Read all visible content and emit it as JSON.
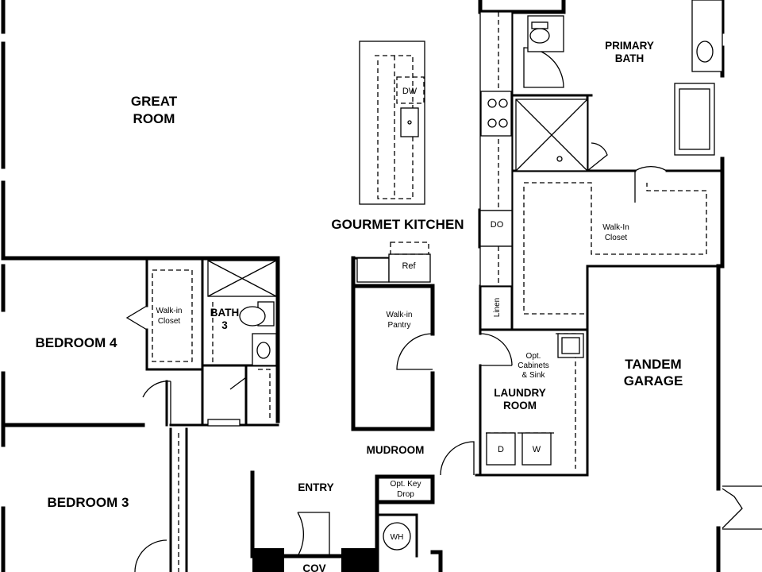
{
  "rooms": {
    "great_room": [
      "GREAT",
      "ROOM"
    ],
    "gourmet_kitchen": "GOURMET KITCHEN",
    "primary_bath": [
      "PRIMARY",
      "BATH"
    ],
    "walk_in_closet_primary": [
      "Walk-In",
      "Closet"
    ],
    "tandem_garage": [
      "TANDEM",
      "GARAGE"
    ],
    "laundry_room": [
      "LAUNDRY",
      "ROOM"
    ],
    "opt_cabinets": [
      "Opt.",
      "Cabinets",
      "& Sink"
    ],
    "mudroom": "MUDROOM",
    "entry": "ENTRY",
    "opt_key_drop": [
      "Opt. Key",
      "Drop"
    ],
    "walk_in_pantry": [
      "Walk-in",
      "Pantry"
    ],
    "bedroom_4": "BEDROOM 4",
    "walk_in_closet_bed4": [
      "Walk-in",
      "Closet"
    ],
    "bath_3": [
      "BATH",
      "3"
    ],
    "bedroom_3": "BEDROOM 3",
    "cov": "COV"
  },
  "fixtures": {
    "dishwasher": "DW",
    "double_oven": "DO",
    "refrigerator": "Ref",
    "linen": "Linen",
    "dryer": "D",
    "washer": "W",
    "water_heater": "WH"
  }
}
